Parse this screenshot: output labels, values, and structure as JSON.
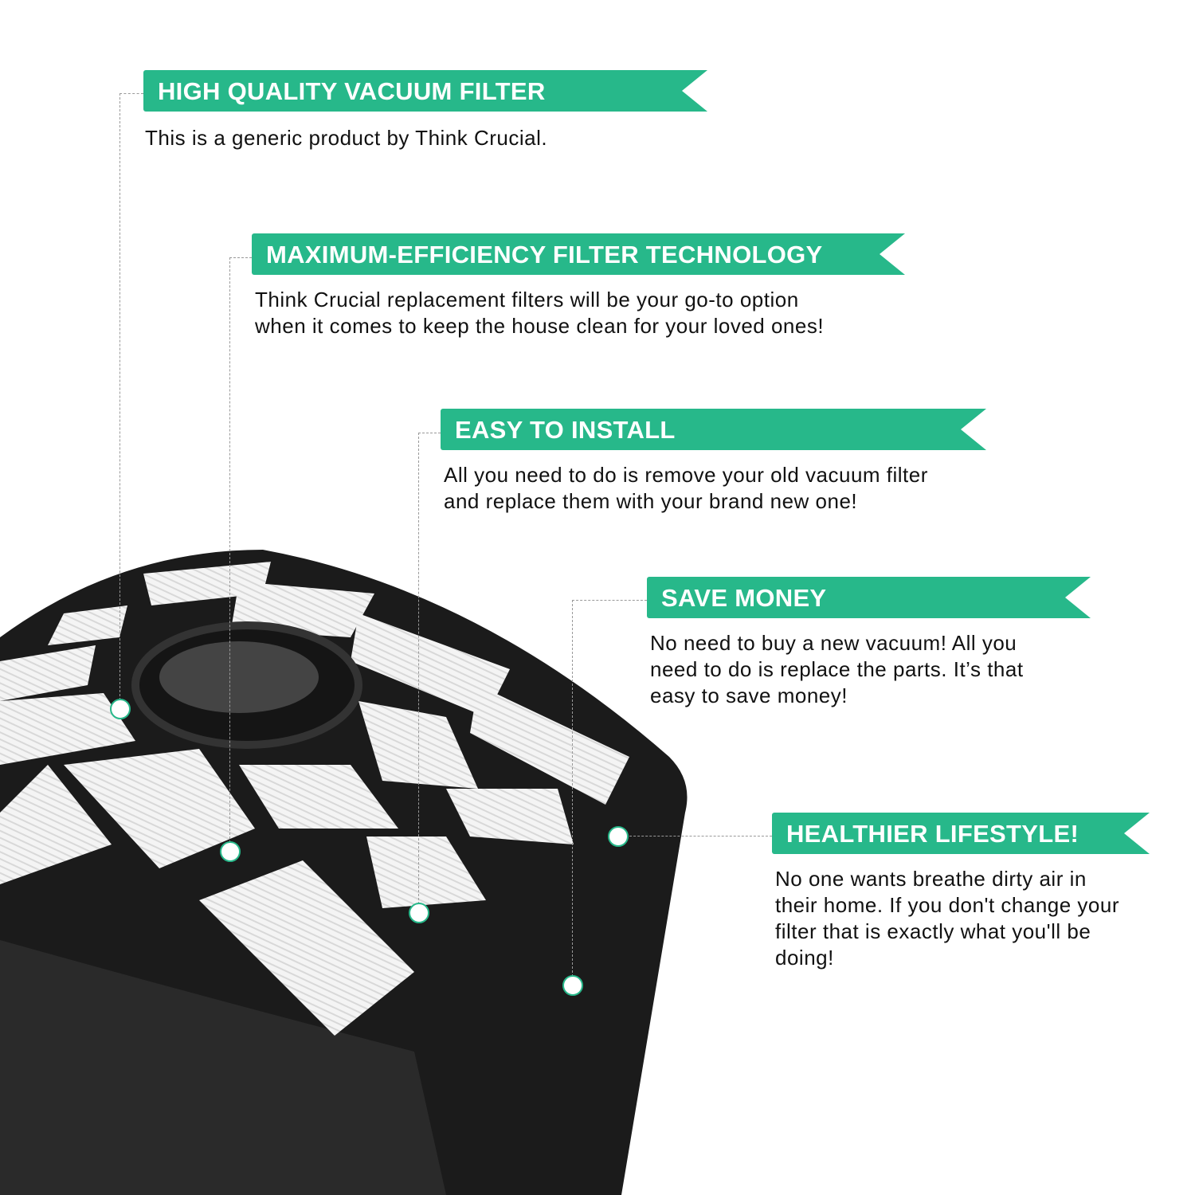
{
  "accent_color": "#27b88a",
  "features": [
    {
      "title": "HIGH QUALITY VACUUM FILTER",
      "lines": [
        "This is a generic product by Think Crucial."
      ]
    },
    {
      "title": "MAXIMUM-EFFICIENCY FILTER TECHNOLOGY",
      "lines": [
        "Think Crucial replacement filters will be your go-to option",
        "when it comes to keep the house clean for your loved ones!"
      ]
    },
    {
      "title": "EASY TO INSTALL",
      "lines": [
        "All you need to do is remove your old vacuum filter",
        "and replace them with your brand new one!"
      ]
    },
    {
      "title": "SAVE MONEY",
      "lines": [
        "No need to buy a new vacuum! All you",
        "need to do is replace the parts. It’s that",
        "easy to save money!"
      ]
    },
    {
      "title": "HEALTHIER LIFESTYLE!",
      "lines": [
        "No one wants breathe dirty air in",
        "their home. If you don't change your",
        "filter that is exactly what you'll be",
        "doing!"
      ]
    }
  ]
}
